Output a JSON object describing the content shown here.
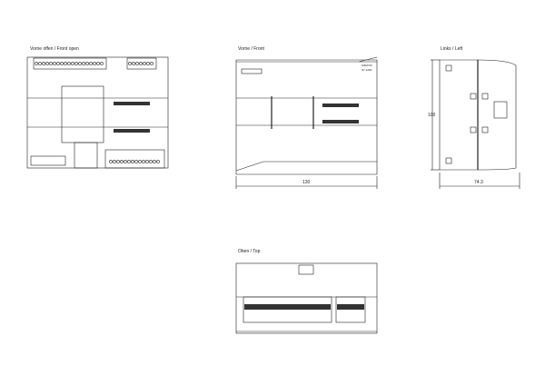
{
  "views": {
    "front_open": {
      "title": "Vorne offen / Front open"
    },
    "front": {
      "title": "Vorne / Front",
      "width_dim": "130",
      "brand": "SIMATIC",
      "model": "S7-1200"
    },
    "left": {
      "title": "Links / Left",
      "height_dim": "100",
      "depth_dim": "74.3"
    },
    "top": {
      "title": "Oben / Top"
    }
  }
}
